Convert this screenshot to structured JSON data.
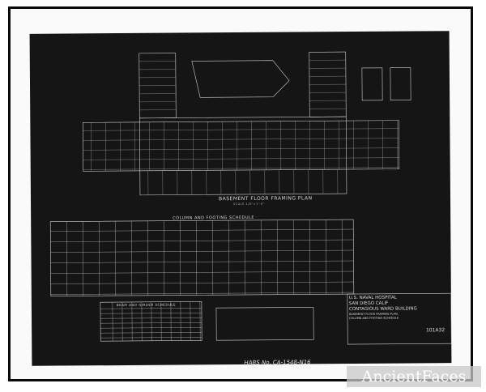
{
  "drawing": {
    "plan_title": "BASEMENT FLOOR FRAMING PLAN",
    "plan_scale": "SCALE 1/8\"=1'-0\"",
    "schedule_title": "COLUMN AND FOOTING SCHEDULE",
    "beam_schedule_title": "BEAM AND GIRDER SCHEDULE"
  },
  "title_block": {
    "line1": "U.S. NAVAL HOSPITAL",
    "line2": "SAN DIEGO CALIF",
    "line3": "CONTAGIOUS WARD BUILDING",
    "line4": "BASEMENT FLOOR FRAMING PLAN,",
    "line5": "COLUMN AND FOOTING SCHEDULE",
    "drawing_number": "101A32"
  },
  "habs_number": "HABS No. CA-1548-N16",
  "watermark": "AncientFaces",
  "colors": {
    "sheet": "#151515",
    "lines": "#cfcfcf",
    "frame": "#0a0a0a"
  }
}
